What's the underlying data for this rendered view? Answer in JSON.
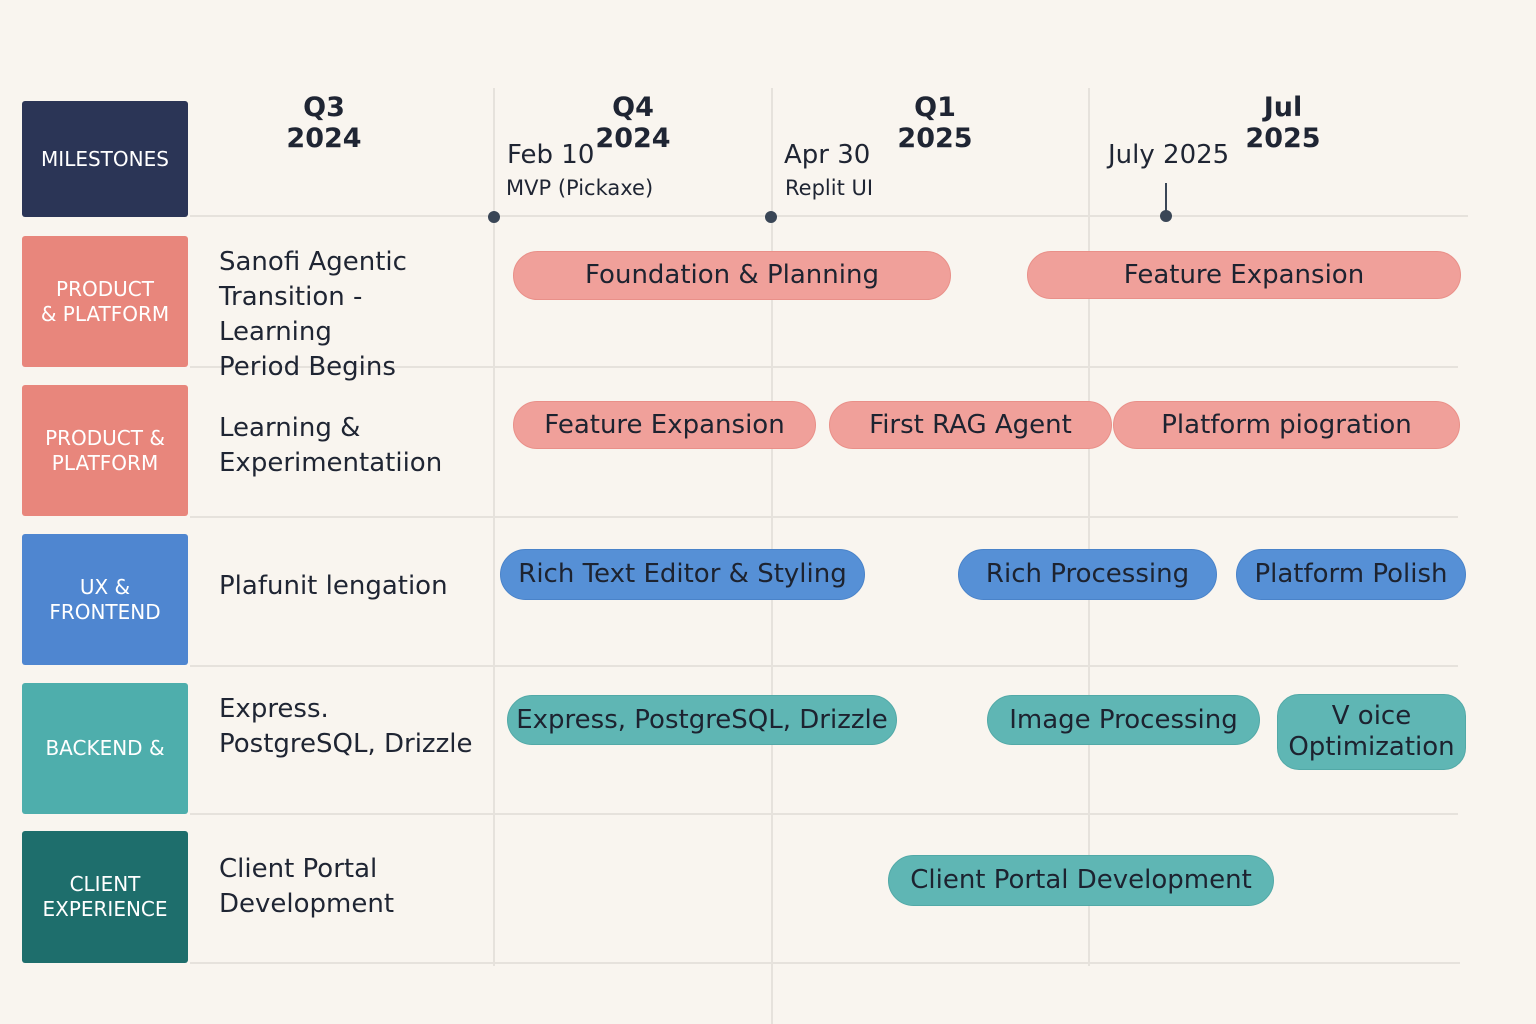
{
  "header": {
    "milestones_label": "MILESTONES",
    "columns": [
      "Q3 2024",
      "Q4 2024",
      "Q1 2025",
      "Jul 2025"
    ],
    "milestones": [
      {
        "date": "Feb 10",
        "label": "MVP (Pickaxe)"
      },
      {
        "date": "Apr 30",
        "label": "Replit UI"
      },
      {
        "date": "July 2025",
        "label": ""
      }
    ]
  },
  "colors": {
    "milestones": "#2b3556",
    "product": "#e8867c",
    "ux": "#4f86d0",
    "backend": "#4eaeac",
    "client": "#1e6e6c",
    "bar_pink": "#f0a09a",
    "bar_blue": "#5690d6",
    "bar_teal": "#5fb6b4"
  },
  "rows": [
    {
      "label": "PRODUCT\n& PLATFORM",
      "description": "Sanofi Agentic\nTransition - Learning\nPeriod Begins",
      "bars": [
        "Foundation & Planning",
        "Feature Expansion"
      ]
    },
    {
      "label": "PRODUCT &\nPLATFORM",
      "description": "Learning &\nExperimentatiion",
      "bars": [
        "Feature Expansion",
        "First RAG Agent",
        "Platform piogration"
      ]
    },
    {
      "label": "UX &\nFRONTEND",
      "description": "Plafunit lengation",
      "bars": [
        "Rich Text Editor & Styling",
        "Rich Processing",
        "Platform Polish"
      ]
    },
    {
      "label": "BACKEND &",
      "description": "Express.\nPostgreSQL, Drizzle",
      "bars": [
        "Express, PostgreSQL, Drizzle",
        "Image Processing",
        "V oice\nOptimization"
      ]
    },
    {
      "label": "CLIENT\nEXPERIENCE",
      "description": "Client Portal\nDevelopment",
      "bars": [
        "Client Portal Development"
      ]
    }
  ]
}
